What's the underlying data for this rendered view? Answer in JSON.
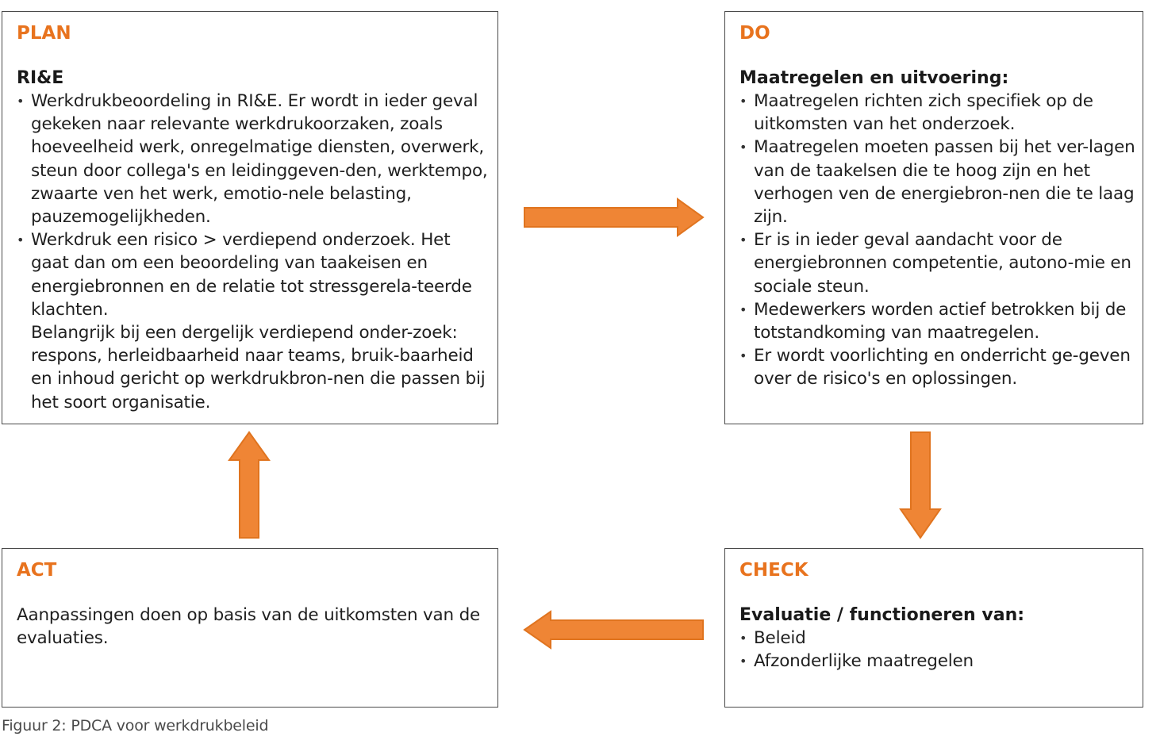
{
  "plan": {
    "title": "PLAN",
    "subheading": "RI&E",
    "bullets": [
      "Werkdrukbeoordeling in RI&E. Er wordt in ieder geval gekeken naar relevante werkdrukoorzaken, zoals hoeveelheid werk, onregelmatige diensten, overwerk, steun door collega's en leidinggeven-den, werktempo, zwaarte ven het werk, emotio-nele belasting, pauzemogelijkheden.",
      "Werkdruk een risico > verdiepend onderzoek. Het gaat dan om een beoordeling van taakeisen en energiebronnen en de relatie tot stressgerela-teerde klachten."
    ],
    "continuation": "Belangrijk bij een dergelijk verdiepend onder-zoek: respons, herleidbaarheid naar teams, bruik-baarheid en inhoud gericht op werkdrukbron-nen die passen bij het soort organisatie."
  },
  "do": {
    "title": "DO",
    "subheading": "Maatregelen en uitvoering:",
    "bullets": [
      "Maatregelen richten zich specifiek op de uitkomsten van het onderzoek.",
      "Maatregelen moeten passen bij het ver-lagen van de taakelsen die te hoog zijn en het verhogen ven de energiebron-nen die te laag zijn.",
      "Er is in ieder geval aandacht voor de energiebronnen competentie, autono-mie en sociale steun.",
      "Medewerkers worden actief betrokken bij de totstandkoming van maatregelen.",
      "Er wordt voorlichting en onderricht ge-geven over de risico's en oplossingen."
    ]
  },
  "act": {
    "title": "ACT",
    "text": "Aanpassingen doen op basis van de uitkomsten van de evaluaties."
  },
  "check": {
    "title": "CHECK",
    "subheading": "Evaluatie / functioneren van:",
    "bullets": [
      "Beleid",
      "Afzonderlijke maatregelen"
    ]
  },
  "caption": "Figuur 2: PDCA voor werkdrukbeleid",
  "colors": {
    "accent": "#e8731e",
    "arrow_fill": "#ef8535",
    "arrow_stroke": "#e0741f",
    "border": "#4a4a4a"
  }
}
